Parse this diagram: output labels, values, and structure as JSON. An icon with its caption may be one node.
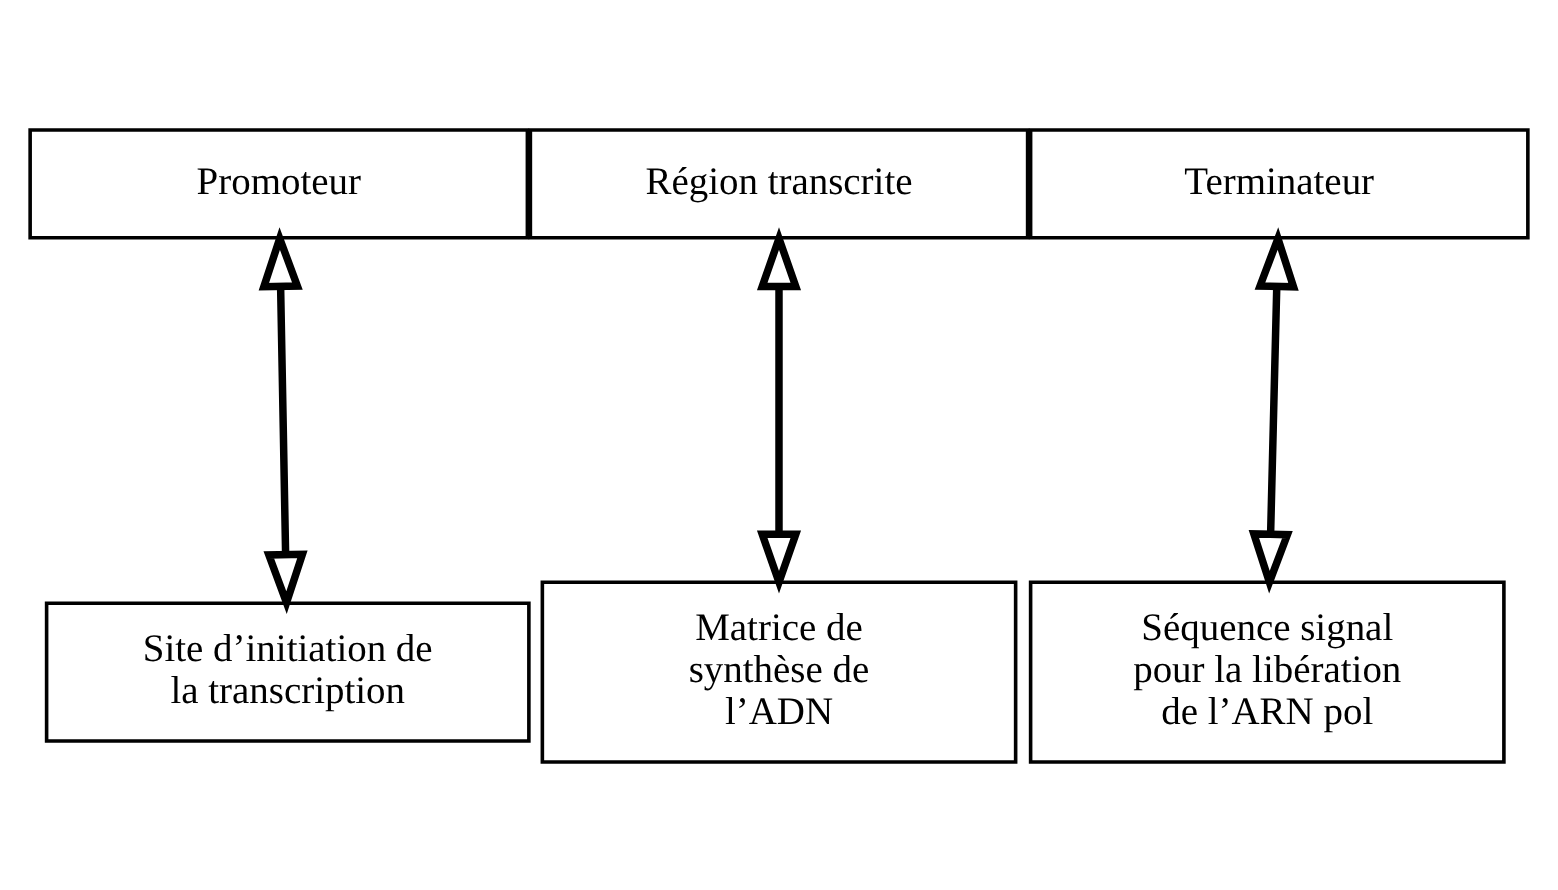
{
  "diagram": {
    "nodes": [
      {
        "text": [
          "Promoteur"
        ]
      },
      {
        "text": [
          "Région transcrite"
        ]
      },
      {
        "text": [
          "Terminateur"
        ]
      },
      {
        "text": [
          "Site d’initiation de la transcription"
        ]
      },
      {
        "text": [
          "Matrice de synthèse de l’ADN"
        ]
      },
      {
        "text": [
          "Séquence signal pour la libération de l’ARN pol"
        ]
      }
    ],
    "edges": [
      {
        "from": 0,
        "to": 3,
        "arrow": "both"
      },
      {
        "from": 1,
        "to": 4,
        "arrow": "both"
      },
      {
        "from": 2,
        "to": 5,
        "arrow": "both"
      }
    ]
  }
}
